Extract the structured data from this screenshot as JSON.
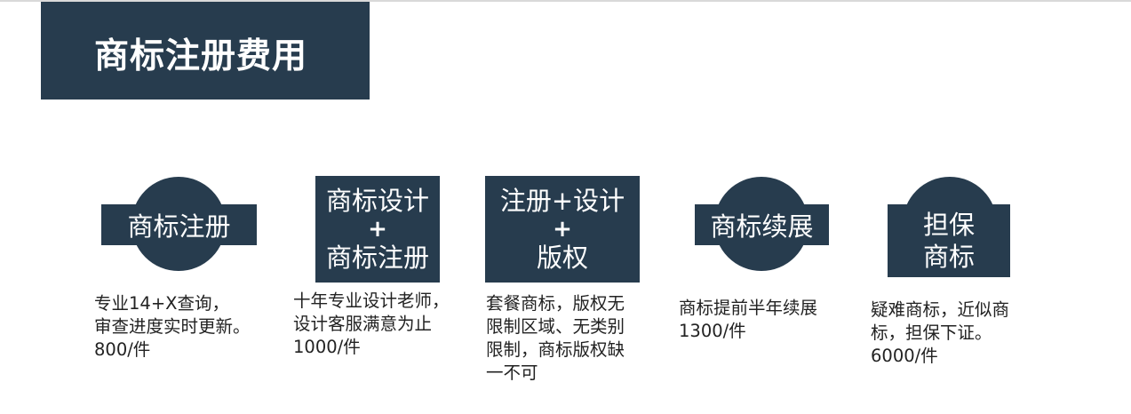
{
  "title": "商标注册费用",
  "services": [
    {
      "heading": "商标注册",
      "desc_lines": [
        "专业14+X查询，",
        "审查进度实时更新。"
      ],
      "price": "800/件"
    },
    {
      "heading_lines": [
        "商标设计",
        "+",
        "商标注册"
      ],
      "desc_lines": [
        "十年专业设计老师，",
        "设计客服满意为止"
      ],
      "price": "1000/件"
    },
    {
      "heading_lines": [
        "注册+设计",
        "+",
        "版权"
      ],
      "desc_lines": [
        "套餐商标，版权无",
        "限制区域、无类别",
        "限制，商标版权缺",
        "一不可"
      ],
      "price": ""
    },
    {
      "heading": "商标续展",
      "desc_lines": [
        "商标提前半年续展"
      ],
      "price": "1300/件"
    },
    {
      "heading_lines": [
        "担保",
        "商标"
      ],
      "desc_lines": [
        "疑难商标，近似商",
        "标，担保下证。"
      ],
      "price": "6000/件"
    }
  ],
  "colors": {
    "primary": "#273c4e",
    "text": "#222222",
    "background": "#ffffff"
  }
}
